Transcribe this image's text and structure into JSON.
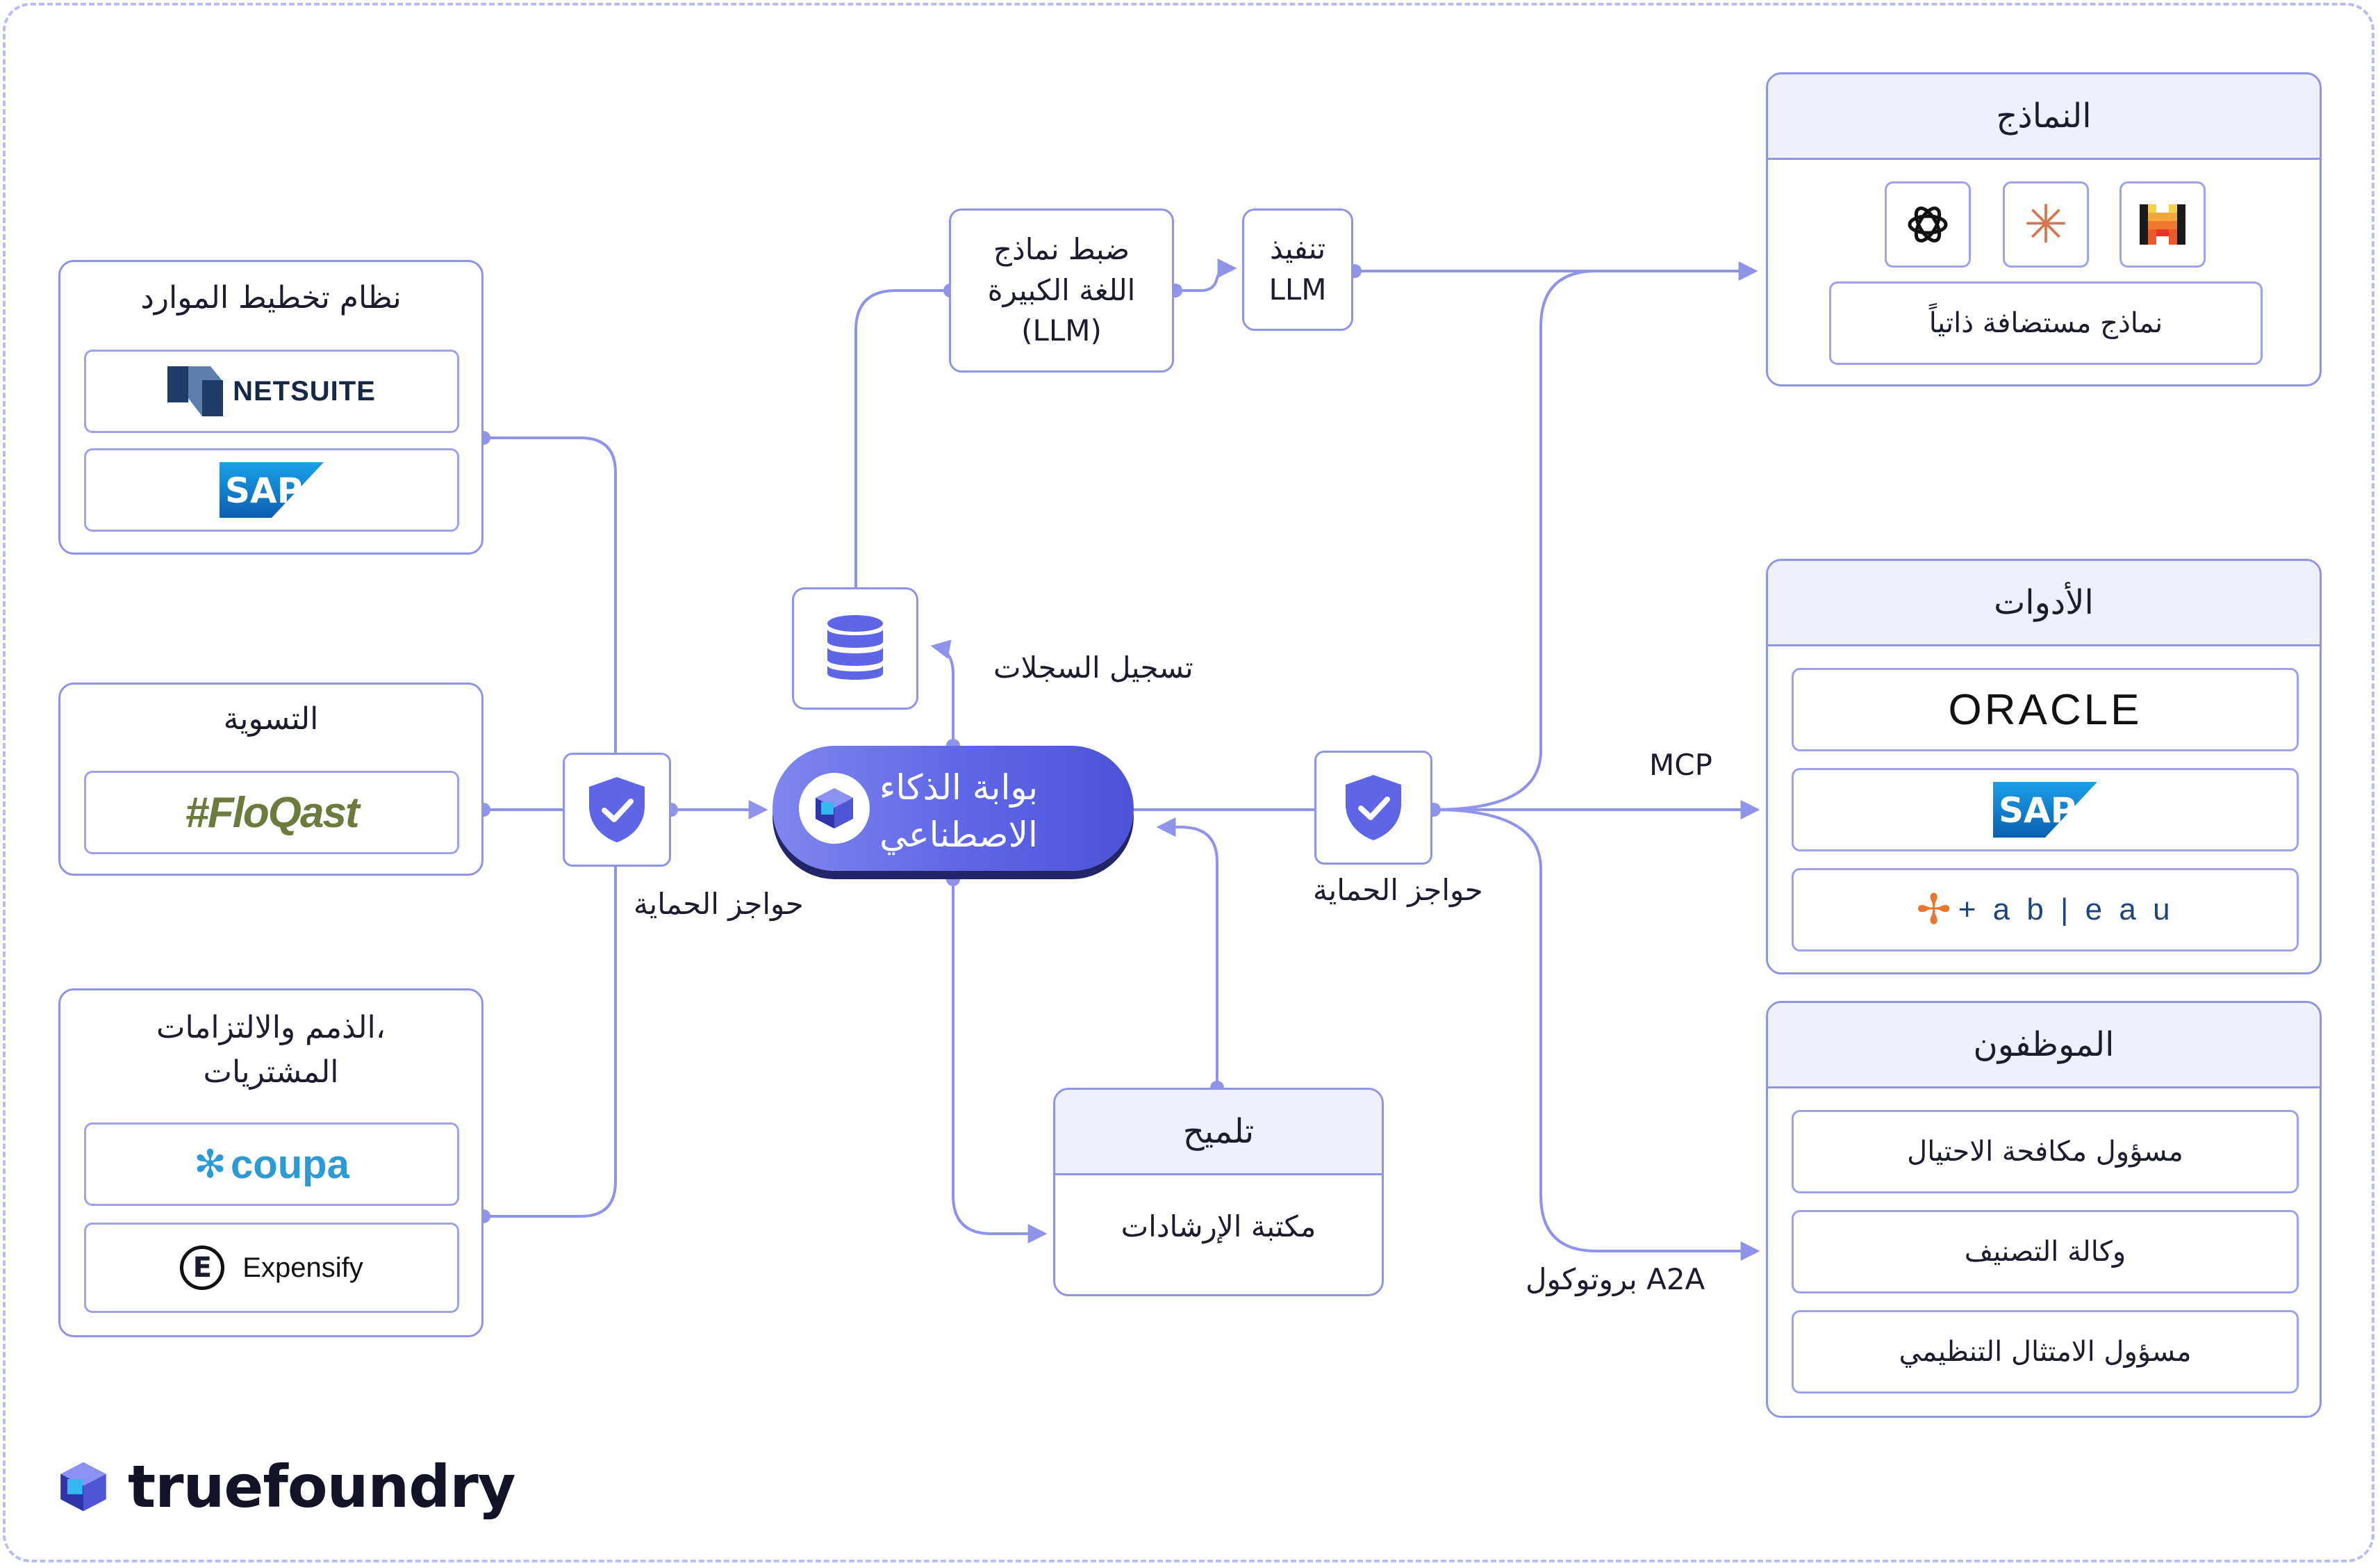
{
  "erp": {
    "title": "نظام تخطيط الموارد",
    "netsuite": "NETSUITE",
    "sap": "SAP"
  },
  "reconciliation": {
    "title": "التسوية",
    "floqast": "#FloQast"
  },
  "payables": {
    "title_line1": "الذمم والالتزامات،",
    "title_line2": "المشتريات",
    "coupa": "coupa",
    "expensify": "Expensify"
  },
  "guardrails_left": "حواجز الحماية",
  "guardrails_right": "حواجز الحماية",
  "gateway": {
    "line1": "بوابة الذكاء",
    "line2": "الاصطناعي"
  },
  "logging_label": "تسجيل السجلات",
  "finetune": {
    "line1": "ضبط نماذج",
    "line2": "اللغة الكبيرة",
    "line3": "(LLM)"
  },
  "execute": {
    "line1": "تنفيذ",
    "line2": "LLM"
  },
  "prompt": {
    "title": "تلميح",
    "body": "مكتبة الإرشادات"
  },
  "models": {
    "title": "النماذج",
    "self_hosted": "نماذج مستضافة ذاتياً"
  },
  "tools": {
    "title": "الأدوات",
    "oracle": "ORACLE",
    "sap": "SAP",
    "tableau": "+ a b | e a u"
  },
  "employees": {
    "title": "الموظفون",
    "items": [
      "مسؤول مكافحة الاحتيال",
      "وكالة التصنيف",
      "مسؤول الامتثال التنظيمي"
    ]
  },
  "mcp_label": "MCP",
  "a2a_label": "بروتوكول A2A",
  "brand": "truefoundry",
  "colors": {
    "accent": "#5e65e6",
    "line": "#8f94ea",
    "header_fill": "#eef0fd",
    "gateway_dark": "#23256b"
  }
}
